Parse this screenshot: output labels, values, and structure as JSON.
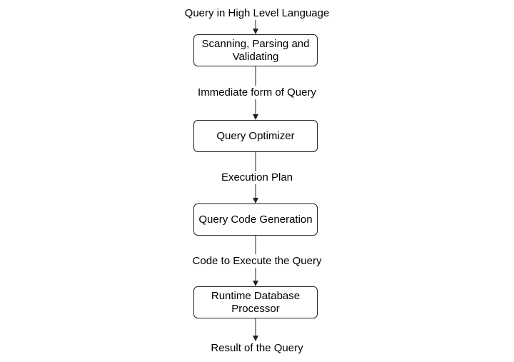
{
  "diagram": {
    "input_label": "Query in High Level Language",
    "steps": [
      {
        "label": "Scanning, Parsing and Validating"
      },
      {
        "label": "Query Optimizer"
      },
      {
        "label": "Query Code Generation"
      },
      {
        "label": "Runtime Database Processor"
      }
    ],
    "edge_labels": [
      "Immediate form of Query",
      "Execution Plan",
      "Code to Execute the Query"
    ],
    "output_label": "Result of the Query"
  },
  "colors": {
    "stroke": "#222222",
    "text": "#000000",
    "background": "#ffffff"
  }
}
